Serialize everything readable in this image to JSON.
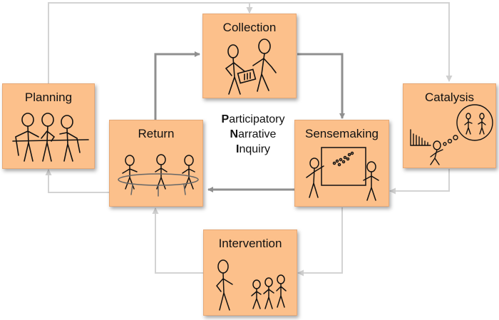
{
  "nodes": {
    "collection": "Collection",
    "planning": "Planning",
    "catalysis": "Catalysis",
    "return": "Return",
    "sensemaking": "Sensemaking",
    "intervention": "Intervention"
  },
  "center_label": {
    "line1_initial": "P",
    "line1_rest": "articipatory",
    "line2_initial": "N",
    "line2_rest": "arrative",
    "line3_initial": "I",
    "line3_rest": "nquiry"
  },
  "colors": {
    "box_fill": "#fcc08b",
    "box_border": "#e6a876",
    "main_arrow": "#8f8f8f",
    "outer_arrow": "#cfcfcf"
  }
}
